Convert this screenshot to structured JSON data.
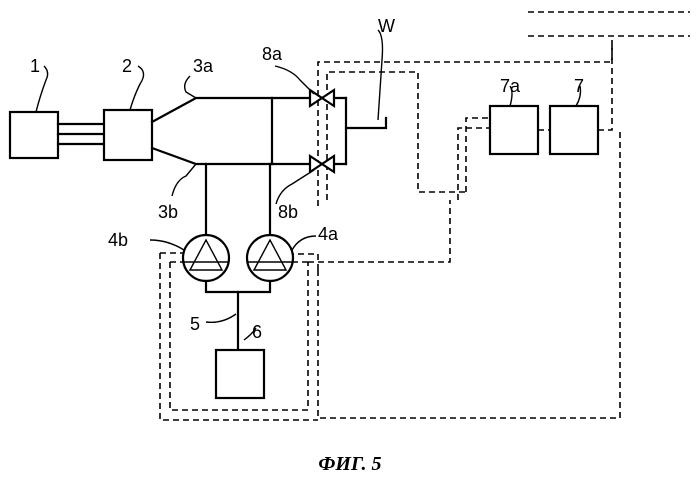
{
  "figure": {
    "caption": "ФИГ. 5",
    "labels": {
      "n1": "1",
      "n2": "2",
      "n3a": "3a",
      "n3b": "3b",
      "n4a": "4a",
      "n4b": "4b",
      "n5": "5",
      "n6": "6",
      "n7": "7",
      "n7a": "7a",
      "n8a": "8a",
      "n8b": "8b",
      "w": "W"
    }
  }
}
